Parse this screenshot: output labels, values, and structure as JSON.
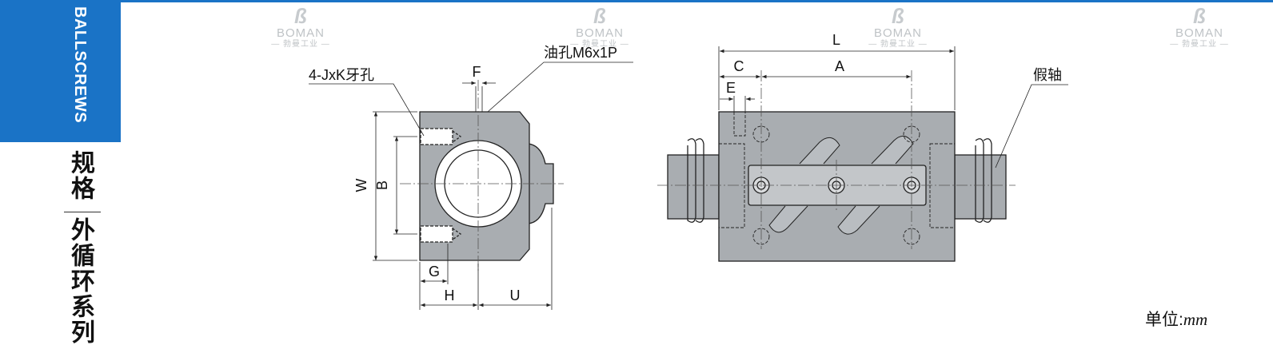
{
  "sidebar": {
    "title": "BALLSCREWS",
    "sub1": "规格",
    "sub2": "外循环系列",
    "accent": "#1a73c6"
  },
  "watermark": {
    "brand": "BOMAN",
    "cn": "— 勃曼工业 —",
    "icon": "boman-logo-icon"
  },
  "labels": {
    "oil_hole": "油孔M6x1P",
    "tap_holes": "4-JxK牙孔",
    "F": "F",
    "W": "W",
    "B": "B",
    "G": "G",
    "H": "H",
    "U": "U",
    "L": "L",
    "C": "C",
    "A": "A",
    "E": "E",
    "dummy_shaft": "假轴"
  },
  "unit": {
    "prefix": "单位:",
    "value": "mm"
  }
}
